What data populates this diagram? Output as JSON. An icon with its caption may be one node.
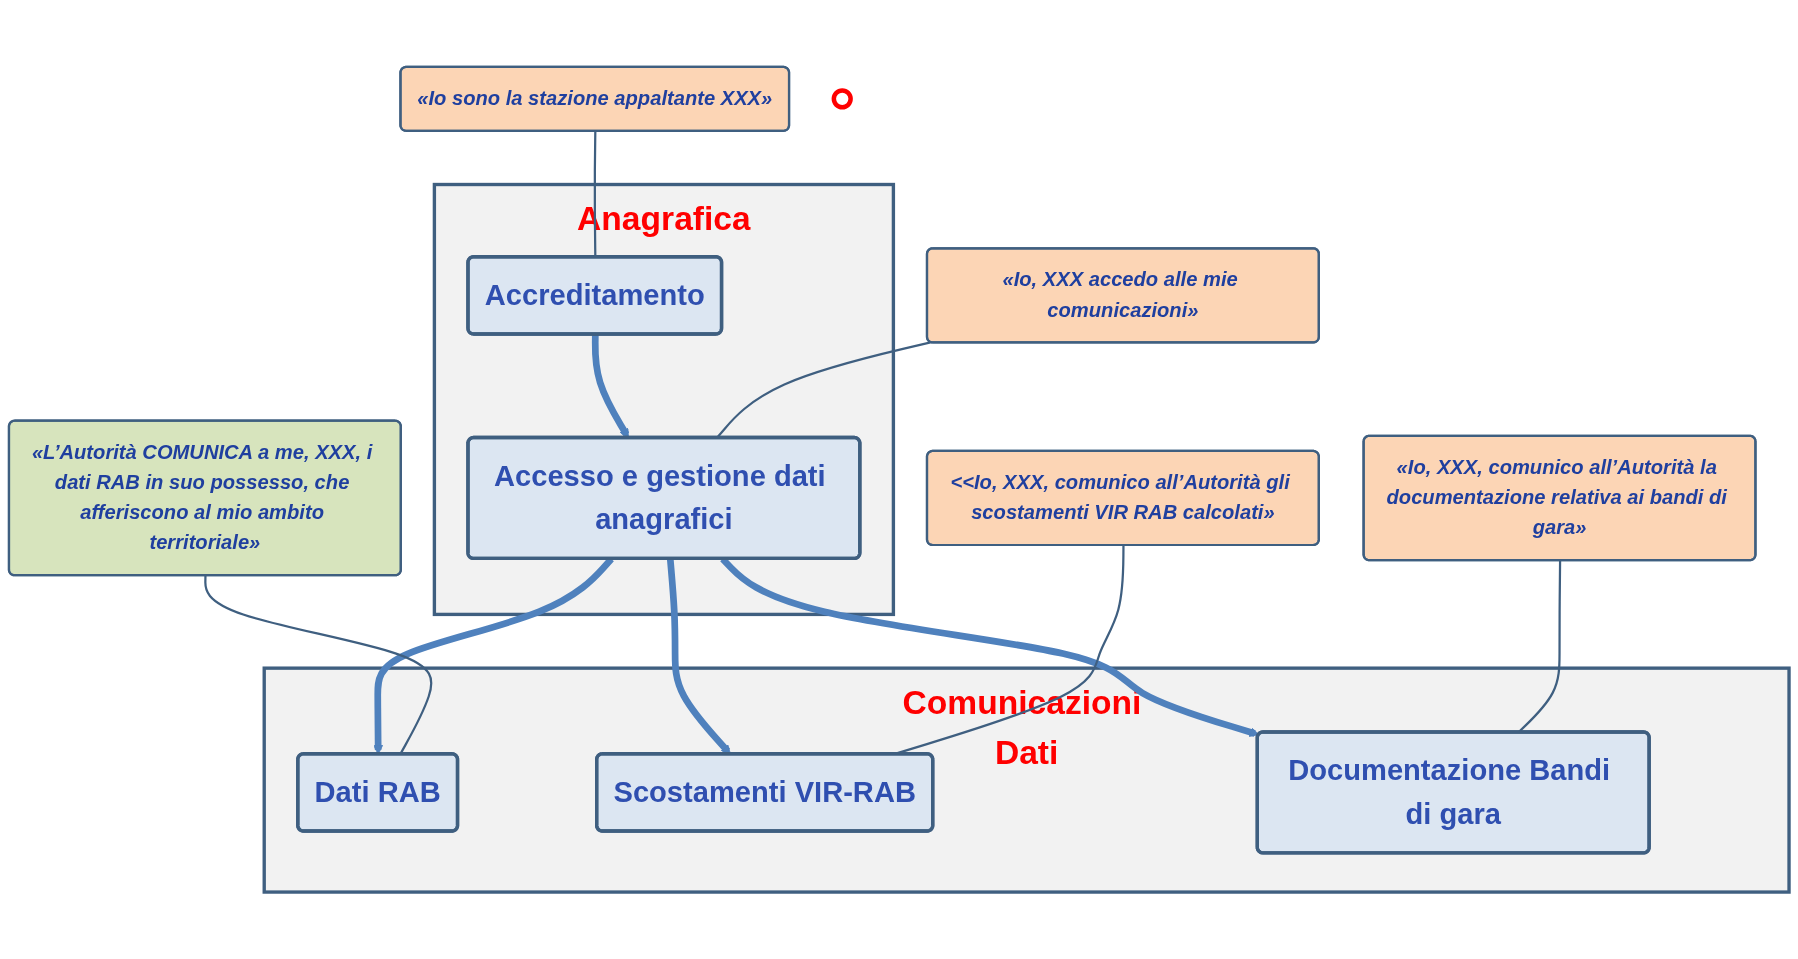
{
  "diagram": {
    "nodes": [
      {
        "text": [
          "Anagrafica"
        ]
      },
      {
        "text": [
          "Accreditamento"
        ],
        "in": 0
      },
      {
        "text": [
          "Accesso e gestione dati anagrafici"
        ],
        "in": 0
      },
      {
        "text": [
          "«Io sono la stazione appaltante XXX»"
        ]
      },
      {
        "text": [
          "«Io, XXX accedo alle mie comunicazioni»"
        ]
      },
      {
        "text": [
          "Comunicazioni Dati"
        ]
      },
      {
        "text": [
          "Dati RAB"
        ],
        "in": 5
      },
      {
        "text": [
          "Scostamenti VIR-RAB"
        ],
        "in": 5
      },
      {
        "text": [
          "Documentazione Bandi di gara"
        ],
        "in": 5
      },
      {
        "text": [
          "«L’Autorità COMUNICA a me, XXX, i dati RAB in suo possesso, che afferiscono al mio ambito territoriale»"
        ]
      },
      {
        "text": [
          "<<Io, XXX, comunico all’Autorità gli scostamenti VIR RAB calcolati»"
        ]
      },
      {
        "text": [
          "«Io, XXX, comunico all’Autorità la documentazione relativa ai bandi di gara»"
        ]
      },
      {
        "text": [],
        "shape": "circle"
      }
    ],
    "edges": [
      {
        "from": 1,
        "to": 2,
        "arrow": "to",
        "style": "thick"
      },
      {
        "from": 2,
        "to": 6,
        "arrow": "to",
        "style": "thick"
      },
      {
        "from": 2,
        "to": 7,
        "arrow": "to",
        "style": "thick"
      },
      {
        "from": 2,
        "to": 8,
        "arrow": "to",
        "style": "thick"
      },
      {
        "from": 3,
        "to": 1,
        "arrow": "none"
      },
      {
        "from": 4,
        "to": 2,
        "arrow": "none"
      },
      {
        "from": 9,
        "to": 6,
        "arrow": "none"
      },
      {
        "from": 10,
        "to": 7,
        "arrow": "none"
      },
      {
        "from": 11,
        "to": 8,
        "arrow": "none"
      }
    ]
  }
}
